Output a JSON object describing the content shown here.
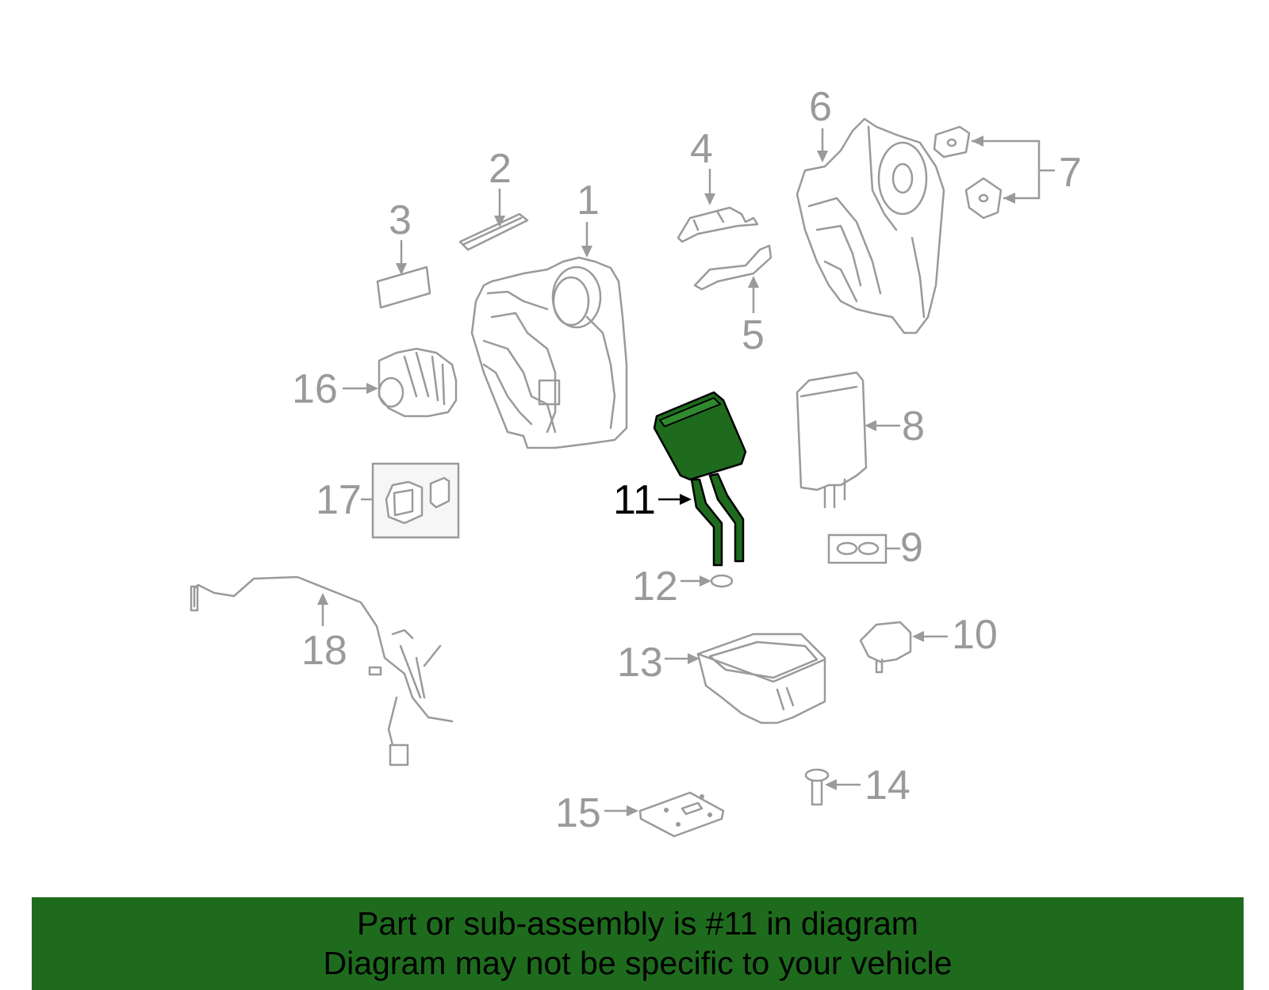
{
  "callouts": {
    "c1": "1",
    "c2": "2",
    "c3": "3",
    "c4": "4",
    "c5": "5",
    "c6": "6",
    "c7": "7",
    "c8": "8",
    "c9": "9",
    "c10": "10",
    "c11": "11",
    "c12": "12",
    "c13": "13",
    "c14": "14",
    "c15": "15",
    "c16": "16",
    "c17": "17",
    "c18": "18"
  },
  "highlighted_part": "11",
  "colors": {
    "highlight": "#1e6b1e",
    "part_stroke": "#9a9a9a",
    "banner": "#1e6b1e"
  },
  "banner": {
    "line1": "Part or sub-assembly is #11 in diagram",
    "line2": "Diagram may not be specific to your vehicle"
  }
}
